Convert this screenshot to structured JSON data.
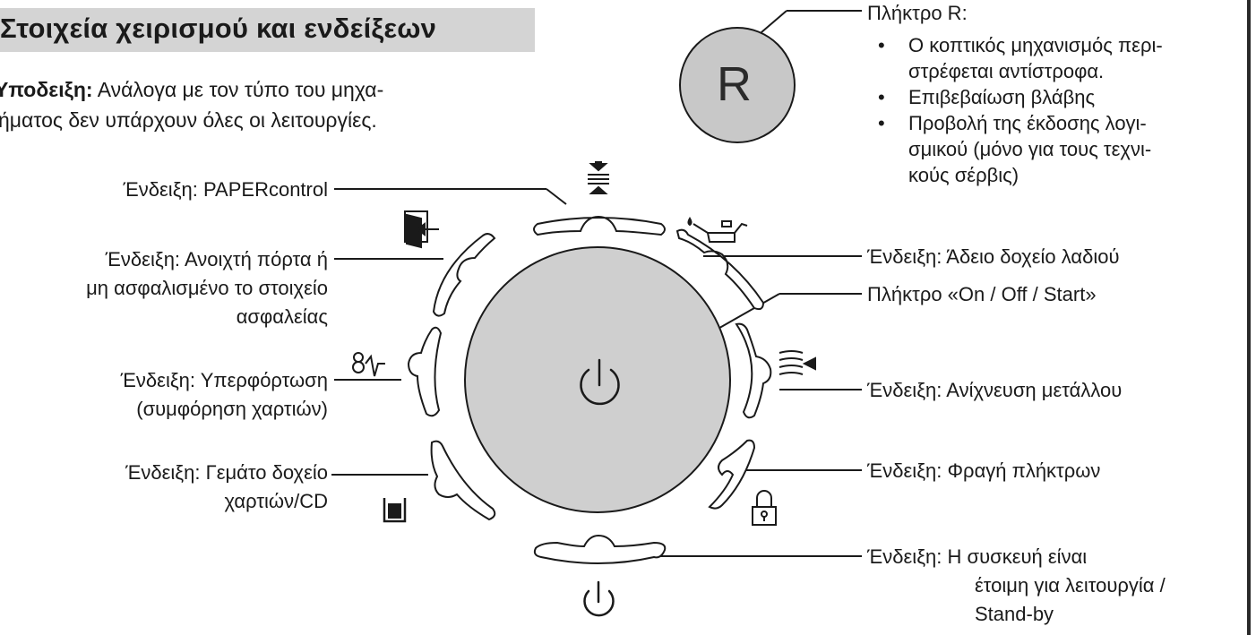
{
  "section": {
    "title": "Στοιχεία χειρισμού και ενδείξεων",
    "hint_label": "Υποδειξη:",
    "hint_line1": " Ανάλογα με τον τύπο του μηχα-",
    "hint_line2": "ήματος δεν υπάρχουν όλες οι λειτουργίες."
  },
  "key_r": {
    "symbol": "R",
    "title": "Πλήκτρο R:",
    "bullets": [
      [
        "Ο κοπτικός μηχανισμός περι-",
        "στρέφεται αντίστροφα."
      ],
      [
        "Επιβεβαίωση βλάβης"
      ],
      [
        "Προβολή της έκδοσης λογι-",
        "σμικού (μόνο για τους τεχνι-",
        "κούς σέρβις)"
      ]
    ]
  },
  "labels_left": {
    "papercontrol": "Ένδειξη: PAPERcontrol",
    "door_1": "Ένδειξη: Ανοιχτή πόρτα ή",
    "door_2": "μη ασφαλισμένο το στοιχείο",
    "door_3": "ασφαλείας",
    "overload_1": "Ένδειξη: Υπερφόρτωση",
    "overload_2": "(συμφόρηση χαρτιών)",
    "bin_1": "Ένδειξη: Γεμάτο δοχείο",
    "bin_2": "χαρτιών/CD"
  },
  "labels_right": {
    "oil": "Ένδειξη: Άδειο δοχείο λαδιού",
    "power_key": "Πλήκτρο «On / Off / Start»",
    "metal": "Ένδειξη: Ανίχνευση μετάλλου",
    "lock": "Ένδειξη: Φραγή πλήκτρων",
    "ready_1": "Ένδειξη: Η συσκευή είναι",
    "ready_2": "έτοιμη για λειτουργία /",
    "ready_3": "Stand-by"
  },
  "icons": [
    "paper-control-icon",
    "door-open-icon",
    "oil-can-icon",
    "overload-icon",
    "metal-detect-icon",
    "bin-full-icon",
    "lock-icon",
    "power-icon"
  ],
  "colors": {
    "button_fill": "#c8c8c8",
    "heading_bg": "#d4d4d4",
    "line": "#1a1a1a"
  }
}
